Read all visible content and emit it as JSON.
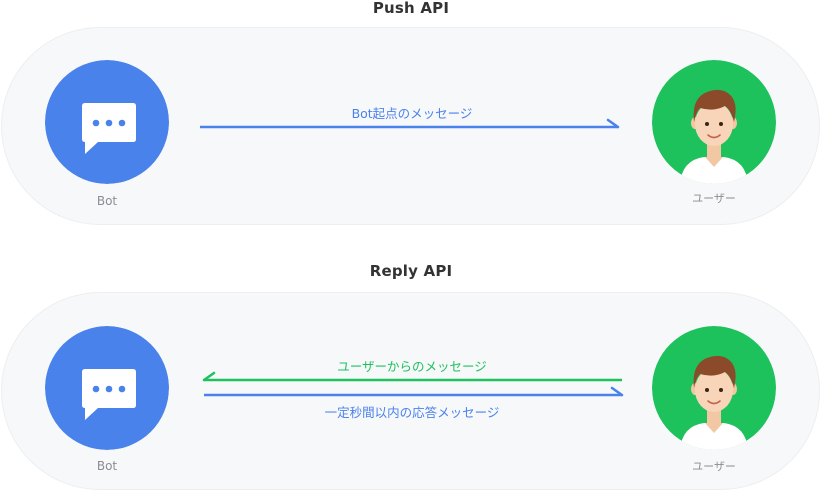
{
  "colors": {
    "bot": "#4a82ec",
    "user": "#1ec25d",
    "push_arrow": "#4a82ec",
    "reply_in_arrow": "#1ec25d",
    "reply_out_arrow": "#4a82ec"
  },
  "push": {
    "title": "Push API",
    "bot_label": "Bot",
    "user_label": "ユーザー",
    "arrow_label": "Bot起点のメッセージ"
  },
  "reply": {
    "title": "Reply API",
    "bot_label": "Bot",
    "user_label": "ユーザー",
    "incoming_label": "ユーザーからのメッセージ",
    "outgoing_label": "一定秒間以内の応答メッセージ"
  },
  "icons": {
    "bot": "chat-bubble-icon",
    "user": "user-avatar-icon"
  }
}
